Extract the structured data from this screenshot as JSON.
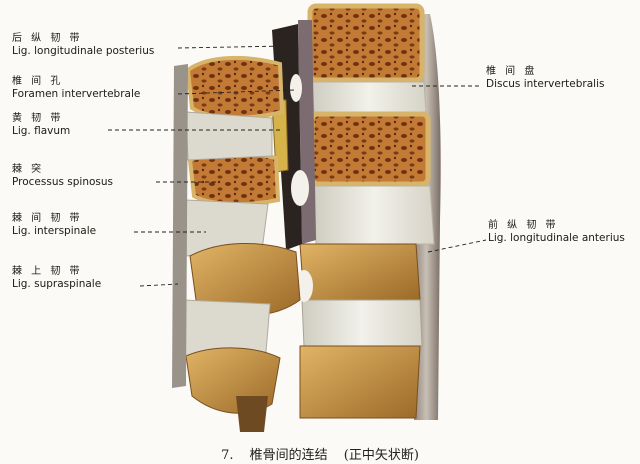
{
  "labels_left": [
    {
      "zh": "后 纵 韧 带",
      "la": "Lig. longitudinale posterius"
    },
    {
      "zh": "椎 间 孔",
      "la": "Foramen intervertebrale"
    },
    {
      "zh": "黄 韧 带",
      "la": "Lig. flavum"
    },
    {
      "zh": "棘 突",
      "la": "Processus spinosus"
    },
    {
      "zh": "棘 间 韧 带",
      "la": "Lig. interspinale"
    },
    {
      "zh": "棘 上 韧 带",
      "la": "Lig. supraspinale"
    }
  ],
  "labels_right": [
    {
      "zh": "椎 间 盘",
      "la": "Discus intervertebralis"
    },
    {
      "zh": "前 纵 韧 带",
      "la": "Lig. longitudinale anterius"
    }
  ],
  "caption": {
    "number": "7.",
    "title": "椎骨间的连结",
    "subtitle": "(正中矢状断)"
  },
  "colors": {
    "bone": "#c89a48",
    "bone_dark": "#8a5a22",
    "marrow": "#a0521c",
    "disc": "#e8e6da",
    "ligament": "#d9d4c2",
    "ligament_dark": "#7b6f66",
    "canal": "#2b2320",
    "background": "#fbfaf6"
  }
}
